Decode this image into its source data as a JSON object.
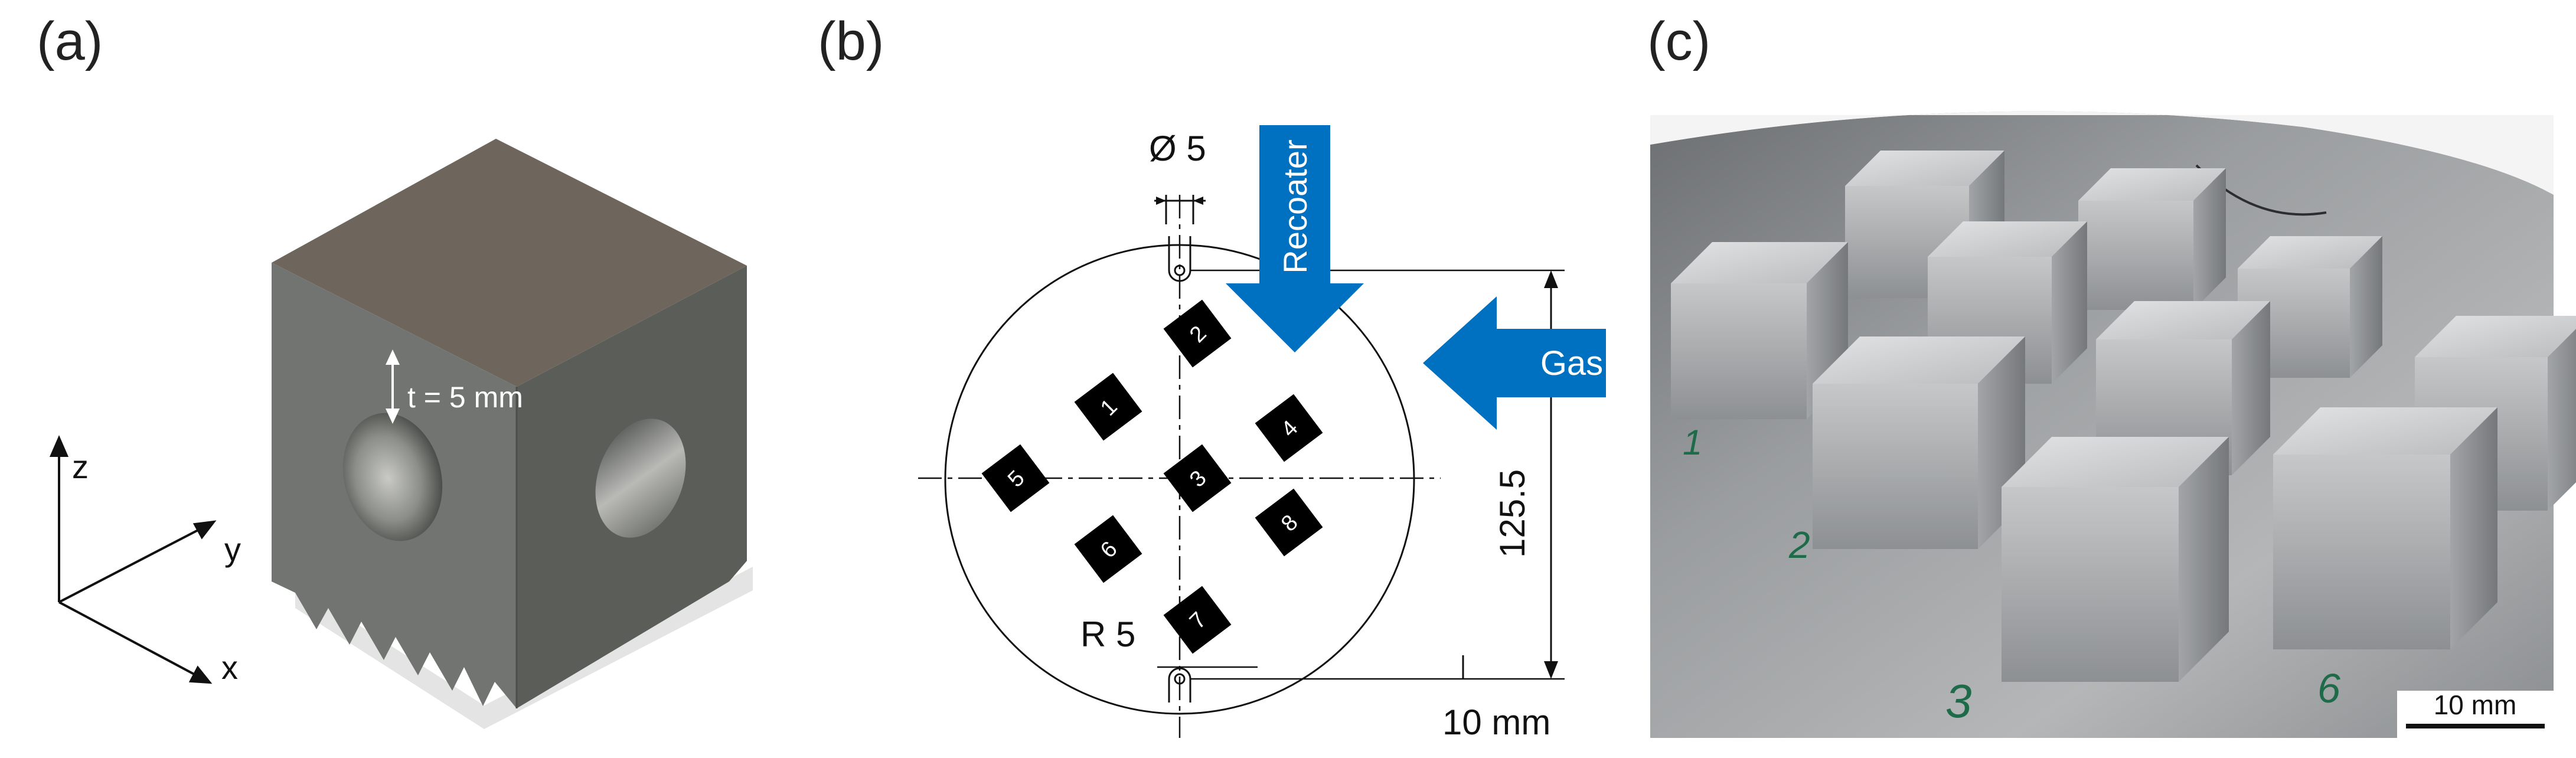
{
  "figure": {
    "panels": [
      {
        "label": "(a)"
      },
      {
        "label": "(b)"
      },
      {
        "label": "(c)"
      }
    ]
  },
  "panel_a": {
    "thickness_label": "t = 5  mm",
    "axes": {
      "z": "z",
      "y": "y",
      "x": "x"
    },
    "colors": {
      "top": "#6f675e",
      "front": "#72746f",
      "side": "#5a5c57"
    }
  },
  "panel_b": {
    "diameter_label": "Ø 5",
    "radius_label": "R 5",
    "height_label": "125.5",
    "scale_label": "10 mm",
    "recoater_label": "Recoater",
    "gas_label": "Gas",
    "arrow_color": "#0070c0",
    "specimens": [
      "1",
      "2",
      "3",
      "4",
      "5",
      "6",
      "7",
      "8"
    ]
  },
  "panel_c": {
    "scale_bar_label": "10 mm",
    "marker_labels": [
      "1",
      "2",
      "3",
      "6"
    ],
    "plate_color": "#8f9294",
    "marker_color": "#1e6b4a"
  }
}
